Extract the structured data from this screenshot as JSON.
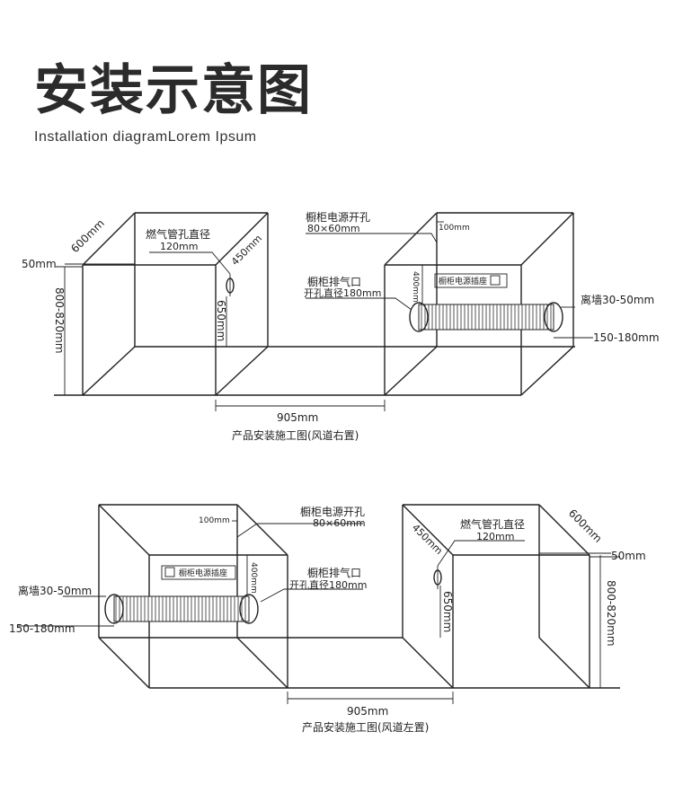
{
  "header": {
    "title": "安装示意图",
    "subtitle": "Installation diagramLorem Ipsum"
  },
  "top": {
    "gas_hole_label": "燃气管孔直径",
    "gas_hole_dim": "120mm",
    "depth": "600mm",
    "top_gap": "50mm",
    "height": "800-820mm",
    "gas_depth": "450mm",
    "gas_height": "650mm",
    "power_hole_label": "橱柜电源开孔",
    "power_hole_dim": "80×60mm",
    "dim_100": "100mm",
    "exhaust_label": "橱柜排气口",
    "exhaust_dim": "开孔直径180mm",
    "dim_400": "400mm",
    "socket_label": "橱柜电源插座",
    "wall_gap": "离墙30-50mm",
    "duct_height": "150-180mm",
    "width": "905mm",
    "caption": "产品安装施工图(风道右置)"
  },
  "bottom": {
    "power_hole_label": "橱柜电源开孔",
    "power_hole_dim": "80×60mm",
    "dim_100": "100mm",
    "socket_label": "橱柜电源插座",
    "dim_400": "400mm",
    "exhaust_label": "橱柜排气口",
    "exhaust_dim": "开孔直径180mm",
    "wall_gap": "离墙30-50mm",
    "duct_height": "150-180mm",
    "gas_hole_label": "燃气管孔直径",
    "gas_hole_dim": "120mm",
    "gas_depth": "450mm",
    "depth": "600mm",
    "top_gap": "50mm",
    "height": "800-820mm",
    "gas_height": "650mm",
    "width": "905mm",
    "caption": "产品安装施工图(风道左置)"
  }
}
